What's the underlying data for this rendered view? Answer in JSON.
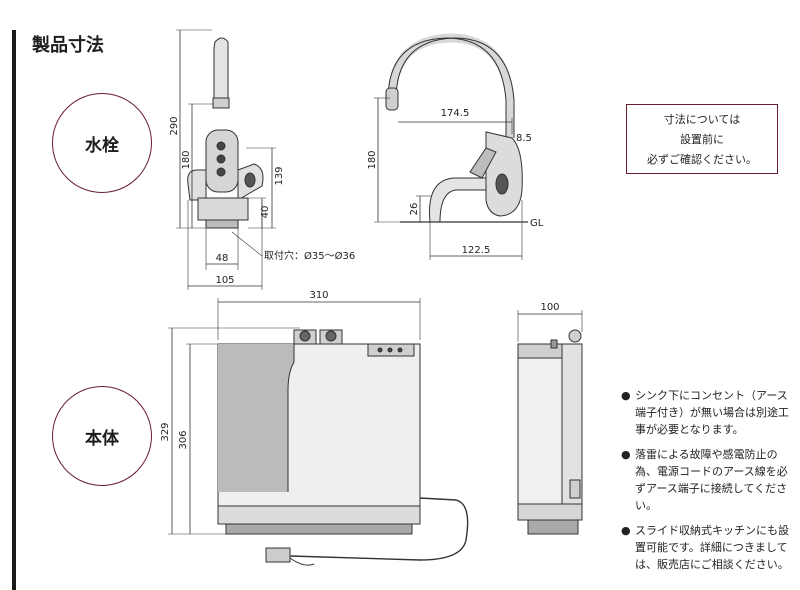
{
  "page": {
    "title": "製品寸法"
  },
  "sections": {
    "faucet": {
      "label": "水栓"
    },
    "body": {
      "label": "本体"
    }
  },
  "note_box": {
    "lines": [
      "寸法については",
      "設置前に",
      "必ずご確認ください。"
    ]
  },
  "notes": [
    {
      "bullet": "●",
      "text": "シンク下にコンセント（アース端子付き）が無い場合は別途工事が必要となります。"
    },
    {
      "bullet": "●",
      "text": "落雷による故障や感電防止の為、電源コードのアース線を必ずアース端子に接続してください。"
    },
    {
      "bullet": "●",
      "text": "スライド収納式キッチンにも設置可能です。詳細につきましては、販売店にご相談ください。"
    }
  ],
  "dimensions": {
    "faucet_front": {
      "height_total": "290",
      "height_spout": "180",
      "height_handle": "139",
      "height_base": "40",
      "width_base": "48",
      "width_total": "105",
      "hole_label": "取付穴：Ø35～Ø36"
    },
    "faucet_side": {
      "reach": "174.5",
      "head_offset": "8.5",
      "height_spout": "180",
      "height_base": "26",
      "depth": "122.5",
      "gl_label": "GL"
    },
    "body_front": {
      "width": "310",
      "height_total": "329",
      "height_body": "306"
    },
    "body_side": {
      "depth": "100"
    }
  }
}
